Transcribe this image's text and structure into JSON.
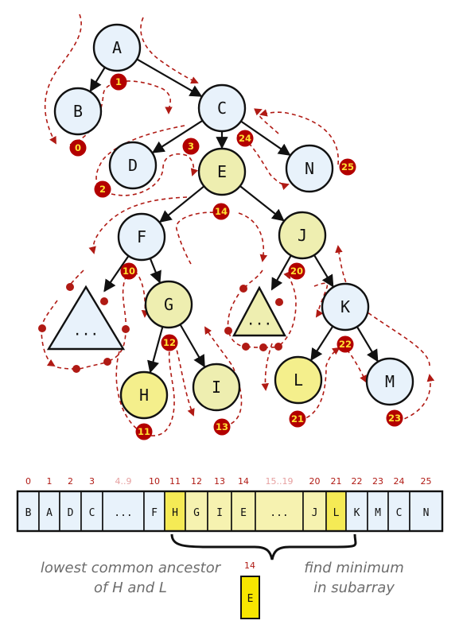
{
  "colors": {
    "node_blue": "#e8f2fb",
    "node_yellow_light": "#eeeeb0",
    "node_yellow": "#f4ef8c",
    "edge": "#111111",
    "path": "#b01a14",
    "badge": "#b30000",
    "badge_text": "#ffe033",
    "index_color": "#b01a14",
    "index_faded": "#e6a0a0",
    "cell_blue": "#e8f2fb",
    "cell_yellow": "#f6f2b0",
    "cell_yellow_strong": "#f5ea55",
    "result_fill": "#f7e600",
    "caption": "#6d6d6d"
  },
  "tree": {
    "nodes": [
      {
        "id": "A",
        "label": "A",
        "style": "blue"
      },
      {
        "id": "B",
        "label": "B",
        "style": "blue"
      },
      {
        "id": "C",
        "label": "C",
        "style": "blue"
      },
      {
        "id": "D",
        "label": "D",
        "style": "blue"
      },
      {
        "id": "E",
        "label": "E",
        "style": "yellow_light"
      },
      {
        "id": "N",
        "label": "N",
        "style": "blue"
      },
      {
        "id": "F",
        "label": "F",
        "style": "blue"
      },
      {
        "id": "J",
        "label": "J",
        "style": "yellow_light"
      },
      {
        "id": "G",
        "label": "G",
        "style": "yellow_light"
      },
      {
        "id": "K",
        "label": "K",
        "style": "blue"
      },
      {
        "id": "H",
        "label": "H",
        "style": "yellow"
      },
      {
        "id": "I",
        "label": "I",
        "style": "yellow_light"
      },
      {
        "id": "L",
        "label": "L",
        "style": "yellow"
      },
      {
        "id": "M",
        "label": "M",
        "style": "blue"
      }
    ],
    "subtrees": [
      {
        "id": "T1",
        "label": "...",
        "style": "blue"
      },
      {
        "id": "T2",
        "label": "...",
        "style": "yellow_light"
      }
    ],
    "edges": [
      [
        "A",
        "B"
      ],
      [
        "A",
        "C"
      ],
      [
        "C",
        "D"
      ],
      [
        "C",
        "E"
      ],
      [
        "C",
        "N"
      ],
      [
        "E",
        "F"
      ],
      [
        "E",
        "J"
      ],
      [
        "F",
        "T1"
      ],
      [
        "F",
        "G"
      ],
      [
        "G",
        "H"
      ],
      [
        "G",
        "I"
      ],
      [
        "J",
        "T2"
      ],
      [
        "J",
        "K"
      ],
      [
        "K",
        "L"
      ],
      [
        "K",
        "M"
      ]
    ],
    "badges": [
      "0",
      "1",
      "2",
      "3",
      "10",
      "11",
      "12",
      "13",
      "14",
      "20",
      "21",
      "22",
      "23",
      "24",
      "25"
    ]
  },
  "array": {
    "indices": [
      "0",
      "1",
      "2",
      "3",
      "4..9",
      "10",
      "11",
      "12",
      "13",
      "14",
      "15..19",
      "20",
      "21",
      "22",
      "23",
      "24",
      "25"
    ],
    "faded_indices": [
      4,
      10
    ],
    "cells": [
      "B",
      "A",
      "D",
      "C",
      "...",
      "F",
      "H",
      "G",
      "I",
      "E",
      "...",
      "J",
      "L",
      "K",
      "M",
      "C",
      "N"
    ],
    "cell_styles": [
      "blue",
      "blue",
      "blue",
      "blue",
      "blue",
      "blue",
      "yellow_strong",
      "yellow",
      "yellow",
      "yellow",
      "yellow",
      "yellow",
      "yellow_strong",
      "blue",
      "blue",
      "blue",
      "blue"
    ]
  },
  "result": {
    "index": "14",
    "value": "E"
  },
  "captions": {
    "left_line1": "lowest common ancestor",
    "left_line2": "of H and L",
    "right_line1": "find minimum",
    "right_line2": "in subarray"
  }
}
